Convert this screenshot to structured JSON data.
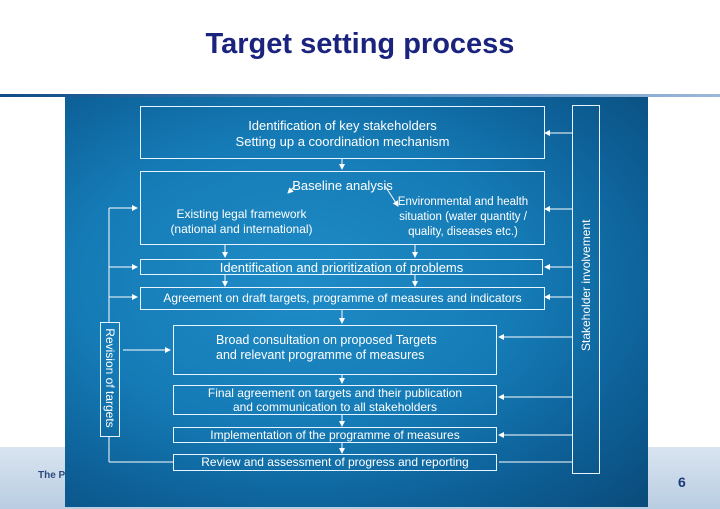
{
  "slide": {
    "title": "Target setting process",
    "footer_text": "The P",
    "page_number": "6"
  },
  "diagram": {
    "boxes": {
      "stakeholders": "Identification of key stakeholders\nSetting up a coordination mechanism",
      "baseline": "Baseline analysis",
      "legal": "Existing legal framework\n(national and international)",
      "environmental": "Environmental and health\nsituation (water quantity /\nquality, diseases etc.)",
      "problems": "Identification and prioritization of problems",
      "draft_targets": "Agreement on draft targets, programme of measures and indicators",
      "consultation": "Broad consultation on proposed Targets\nand relevant programme of measures",
      "final_agreement": "Final agreement on targets and their publication\nand communication to all stakeholders",
      "implementation": "Implementation of the programme of measures",
      "review": "Review and assessment of progress and reporting"
    },
    "side_labels": {
      "stakeholder_involvement": "Stakeholder involvement",
      "revision": "Revision of targets"
    }
  },
  "colors": {
    "title": "#1a237e",
    "diagram_bg": "#157bb6",
    "box_border": "#e8f4ff"
  }
}
